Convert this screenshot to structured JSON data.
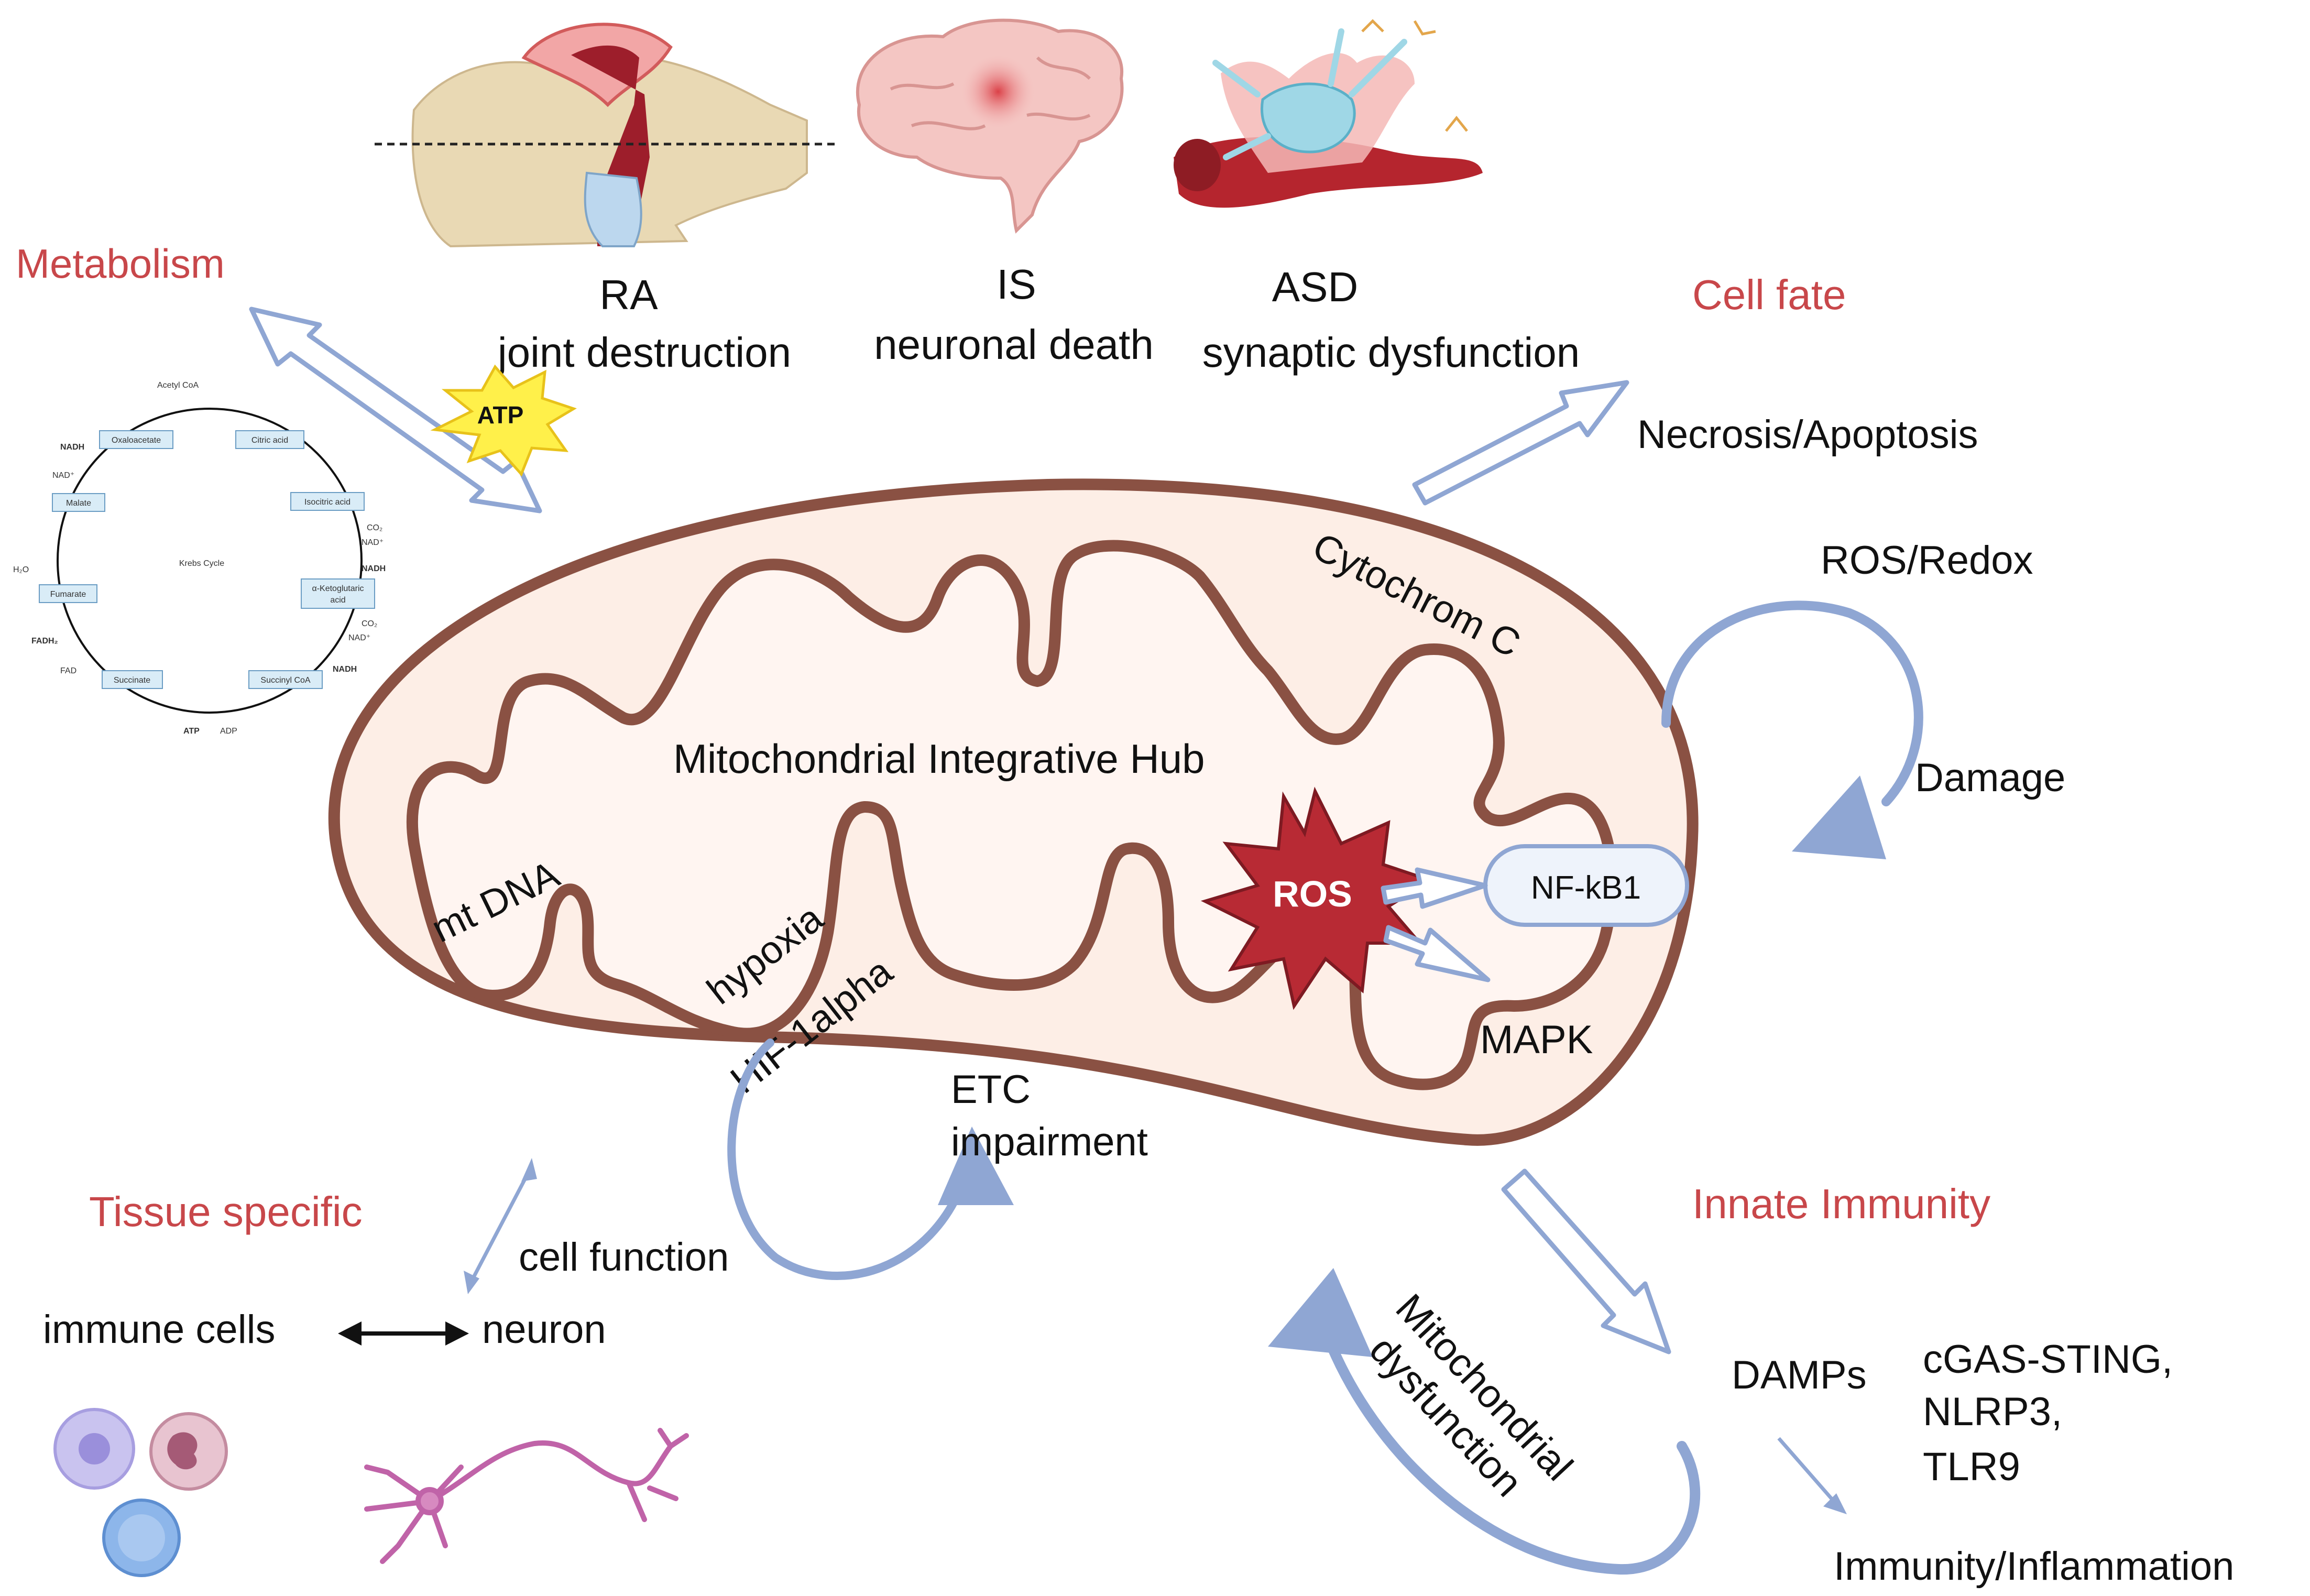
{
  "colors": {
    "heading_red": "#c8474a",
    "membrane": "#8a5143",
    "mito_fill": "#fdeee6",
    "arrow_blue": "#8fa6d3",
    "ros_red": "#b82a34"
  },
  "headings": {
    "metabolism": "Metabolism",
    "cell_fate": "Cell fate",
    "tissue_specific": "Tissue specific",
    "innate_immunity": "Innate Immunity"
  },
  "diseases": {
    "ra_name": "RA",
    "ra_effect": "joint destruction",
    "is_name": "IS",
    "is_effect": "neuronal death",
    "asd_name": "ASD",
    "asd_effect": "synaptic dysfunction"
  },
  "labels": {
    "atp": "ATP",
    "necrosis": "Necrosis/Apoptosis",
    "ros_redox": "ROS/Redox",
    "damage": "Damage",
    "cytochrom": "Cytochrom C",
    "hub": "Mitochondrial Integrative Hub",
    "mtdna": "mt DNA",
    "hypoxia": "hypoxia",
    "hif": "HIF-1alpha",
    "ros": "ROS",
    "nfkb": "NF-kB1",
    "mapk": "MAPK",
    "etc1": "ETC",
    "etc2": "impairment",
    "cell_function": "cell function",
    "immune_cells": "immune cells",
    "neuron": "neuron",
    "dysfunction1": "Mitochondrial",
    "dysfunction2": "dysfunction",
    "damps": "DAMPs",
    "cgas": "cGAS-STING,",
    "nlrp3": "NLRP3,",
    "tlr9": "TLR9",
    "immunity": "Immunity/Inflammation"
  },
  "krebs": {
    "title": "Krebs Cycle",
    "acetyl": "Acetyl CoA",
    "oxaloacetate": "Oxaloacetate",
    "citric": "Citric acid",
    "isocitric": "Isocitric acid",
    "ketoglutaric1": "α-Ketoglutaric",
    "ketoglutaric2": "acid",
    "succinyl": "Succinyl CoA",
    "succinate": "Succinate",
    "fumarate": "Fumarate",
    "malate": "Malate",
    "nadh": "NADH",
    "nad": "NAD⁺",
    "co2": "CO₂",
    "h2o": "H₂O",
    "fadh2": "FADH₂",
    "fad": "FAD",
    "atp": "ATP",
    "adp": "ADP"
  },
  "icons": [
    "joint-illustration-icon",
    "brain-illustration-icon",
    "synapse-illustration-icon",
    "immune-cells-icon",
    "neuron-illustration-icon",
    "ros-burst-icon",
    "atp-burst-icon"
  ]
}
